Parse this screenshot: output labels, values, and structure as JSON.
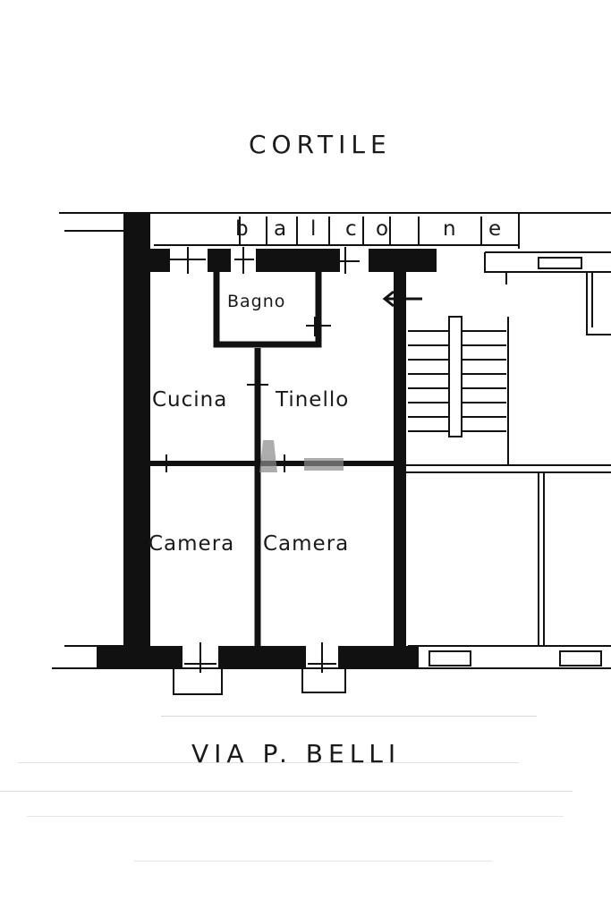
{
  "labels": {
    "courtyard": "CORTILE",
    "street": "VIA P. BELLI",
    "balcony": [
      "b",
      "a",
      "l",
      "c",
      "o",
      "n",
      "e"
    ]
  },
  "rooms": {
    "bath": "Bagno",
    "kitchen": "Cucina",
    "dining": "Tinello",
    "bedroom_left": "Camera",
    "bedroom_right": "Camera"
  },
  "symbols": {
    "entry_arrow": "arrow-left-icon"
  },
  "colors": {
    "ink": "#111111",
    "paper": "#ffffff",
    "stamp": "#8a8a8a"
  }
}
